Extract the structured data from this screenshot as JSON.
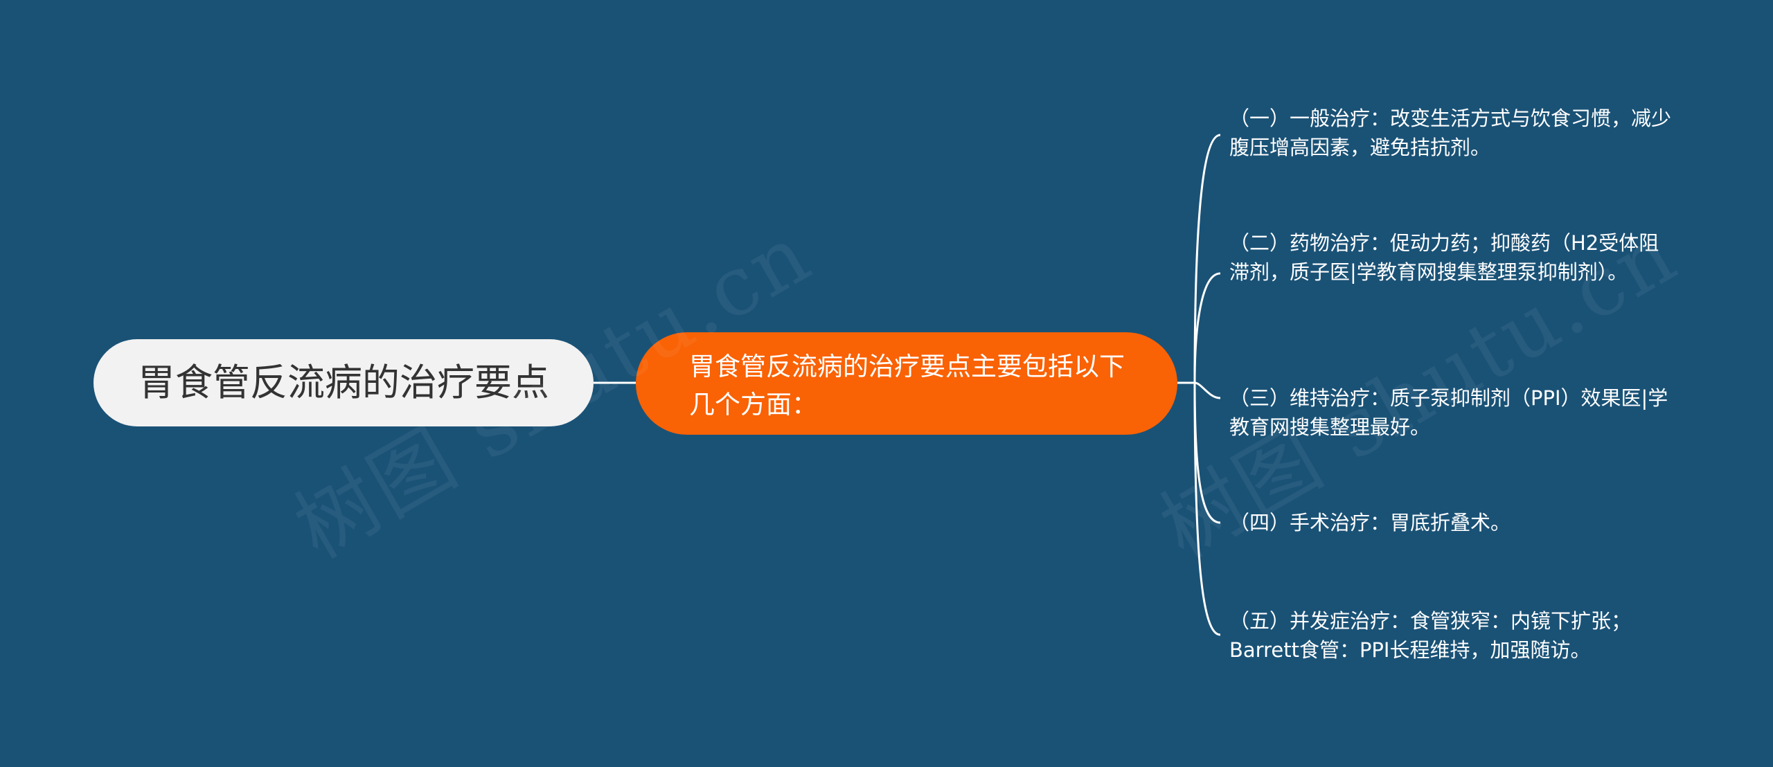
{
  "mindmap": {
    "root": {
      "label": "胃食管反流病的治疗要点"
    },
    "main": {
      "label": "胃食管反流病的治疗要点主要包括以下几个方面："
    },
    "branches": [
      {
        "label": "（一）一般治疗：改变生活方式与饮食习惯，减少腹压增高因素，避免拮抗剂。"
      },
      {
        "label": "（二）药物治疗：促动力药；抑酸药（H2受体阻滞剂，质子医|学教育网搜集整理泵抑制剂）。"
      },
      {
        "label": "（三）维持治疗：质子泵抑制剂（PPI）效果医|学教育网搜集整理最好。"
      },
      {
        "label": "（四）手术治疗：胃底折叠术。"
      },
      {
        "label": "（五）并发症治疗：食管狭窄：内镜下扩张；Barrett食管：PPI长程维持，加强随访。"
      }
    ]
  },
  "watermark": {
    "text": "树图 shutu.cn"
  },
  "colors": {
    "background": "#1a5276",
    "root_fill": "#f2f2f2",
    "main_fill": "#f96205",
    "connector": "#ffffff"
  }
}
